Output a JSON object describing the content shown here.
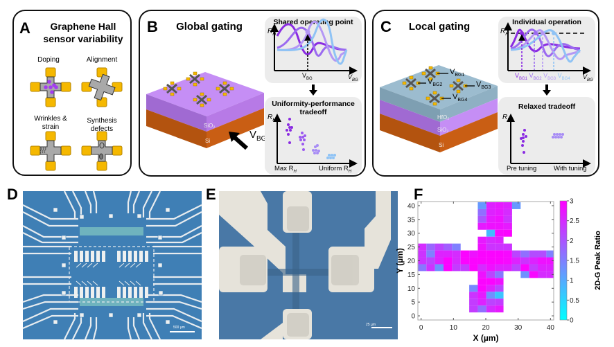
{
  "panels": {
    "A": {
      "label": "A",
      "title_line1": "Graphene Hall",
      "title_line2": "sensor variability",
      "items": [
        {
          "label_line1": "Doping",
          "label_line2": ""
        },
        {
          "label_line1": "Alignment",
          "label_line2": ""
        },
        {
          "label_line1": "Wrinkles &",
          "label_line2": "strain"
        },
        {
          "label_line1": "Synthesis",
          "label_line2": "defects"
        }
      ]
    },
    "B": {
      "label": "B",
      "title": "Global gating",
      "layers": [
        "SiO2",
        "Si"
      ],
      "gate_label": "V",
      "gate_sub": "BG",
      "top_plot": {
        "title": "Shared operating point",
        "ylabel": "R",
        "ylabel_sub": "H",
        "xlabel": "V",
        "xlabel_sub": "BG",
        "marker": "V",
        "marker_sub": "BG"
      },
      "bottom_plot": {
        "title_line1": "Uniformity-performance",
        "title_line2": "tradeoff",
        "ylabel": "R",
        "ylabel_sub": "H",
        "x_left": "Max R",
        "x_left_sub": "H",
        "x_right": "Uniform R",
        "x_right_sub": "H"
      }
    },
    "C": {
      "label": "C",
      "title": "Local gating",
      "layers": [
        "HfO2",
        "SiO2",
        "Si"
      ],
      "gates": [
        {
          "main": "V",
          "sub": "BG1"
        },
        {
          "main": "V",
          "sub": "BG2"
        },
        {
          "main": "V",
          "sub": "BG3"
        },
        {
          "main": "V",
          "sub": "BG4"
        }
      ],
      "top_plot": {
        "title": "Individual operation",
        "ylabel": "R",
        "ylabel_sub": "H",
        "xlabel": "V",
        "xlabel_sub": "BG"
      },
      "bottom_plot": {
        "title": "Relaxed tradeoff",
        "ylabel": "R",
        "ylabel_sub": "H",
        "x_left": "Pre tuning",
        "x_right": "With tuning"
      }
    },
    "D": {
      "label": "D",
      "scale_bar": "500 µm"
    },
    "E": {
      "label": "E",
      "scale_bar": "25 µm"
    },
    "F": {
      "label": "F"
    }
  },
  "colors": {
    "gold": "#f5b800",
    "graphene": "#a9a9a9",
    "purple_dark": "#8a2be2",
    "purple_mid": "#9b59f0",
    "lavender": "#b497f5",
    "light_blue": "#8fc3f5",
    "sio2": "#c48cf0",
    "si": "#c75a14",
    "hfo2": "#9ab8cc",
    "chip_blue": "#3f7fb5",
    "pad": "#e8e4da"
  },
  "chart_data": {
    "type": "heatmap",
    "title": "",
    "xlabel": "X (µm)",
    "ylabel": "Y (µm)",
    "colorbar_label": "2D-G Peak Ratio",
    "xlim": [
      -1,
      41
    ],
    "ylim": [
      -1.5,
      41.5
    ],
    "xticks": [
      0,
      10,
      20,
      30,
      40
    ],
    "yticks": [
      0,
      5,
      10,
      15,
      20,
      25,
      30,
      35,
      40
    ],
    "colorbar_ticks": [
      0,
      0.5,
      1,
      1.5,
      2,
      2.5,
      3
    ],
    "clim": [
      0,
      3
    ],
    "colormap": [
      "#00ffff",
      "#ff00ff"
    ],
    "x_centers": [
      0.3,
      2.95,
      5.6,
      8.25,
      10.9,
      13.55,
      16.2,
      18.85,
      21.5,
      24.15,
      26.8,
      29.45,
      32.1,
      34.75,
      37.4,
      40.05
    ],
    "y_centers": [
      40,
      37.5,
      35,
      32.5,
      30,
      27.5,
      25,
      22.5,
      20,
      17.5,
      15,
      12.5,
      10,
      7.5,
      5,
      2.5,
      0
    ],
    "values": [
      [
        null,
        null,
        null,
        null,
        null,
        null,
        null,
        1.2,
        2.6,
        2.7,
        2.6,
        1.2,
        null,
        null,
        null,
        null
      ],
      [
        null,
        null,
        null,
        null,
        null,
        null,
        null,
        1.7,
        2.6,
        2.7,
        2.5,
        null,
        null,
        null,
        null,
        null
      ],
      [
        null,
        null,
        null,
        null,
        null,
        null,
        null,
        2.0,
        2.7,
        2.8,
        2.4,
        null,
        null,
        null,
        null,
        null
      ],
      [
        null,
        null,
        null,
        null,
        null,
        null,
        null,
        2.7,
        2.8,
        2.8,
        2.7,
        null,
        null,
        null,
        null,
        null
      ],
      [
        null,
        null,
        null,
        null,
        null,
        null,
        null,
        null,
        0.8,
        2.9,
        2.95,
        null,
        null,
        null,
        null,
        null
      ],
      [
        null,
        null,
        null,
        null,
        null,
        null,
        null,
        2.7,
        2.5,
        2.6,
        null,
        null,
        null,
        null,
        null,
        null
      ],
      [
        2.5,
        1.8,
        2.2,
        1.9,
        1.5,
        null,
        null,
        2.8,
        2.4,
        2.4,
        2.4,
        null,
        null,
        null,
        null,
        null
      ],
      [
        2.4,
        1.5,
        2.6,
        2.6,
        2.5,
        2.95,
        2.8,
        2.95,
        2.95,
        2.95,
        2.9,
        2.2,
        1.7,
        2.1,
        2.1,
        1.5
      ],
      [
        2.4,
        2.2,
        2.6,
        2.95,
        2.5,
        2.95,
        2.95,
        2.95,
        2.95,
        2.95,
        2.9,
        2.6,
        2.4,
        2.6,
        2.8,
        2.8
      ],
      [
        1.6,
        2.4,
        1.3,
        2.95,
        2.3,
        2.3,
        2.95,
        2.5,
        2.8,
        2.6,
        2.6,
        2.2,
        2.95,
        2.3,
        2.6,
        2.6
      ],
      [
        null,
        null,
        null,
        null,
        null,
        null,
        null,
        2.8,
        2.2,
        1.6,
        null,
        null,
        1.3,
        2.9,
        2.5,
        2.5
      ],
      [
        null,
        null,
        null,
        null,
        null,
        null,
        null,
        2.95,
        2.95,
        2.8,
        null,
        null,
        null,
        null,
        null,
        null
      ],
      [
        null,
        null,
        null,
        null,
        null,
        null,
        1.4,
        2.95,
        2.6,
        2.2,
        null,
        null,
        null,
        null,
        null,
        null
      ],
      [
        null,
        null,
        null,
        null,
        null,
        null,
        2.4,
        2.7,
        1.3,
        0.7,
        null,
        null,
        null,
        null,
        null,
        null
      ],
      [
        null,
        null,
        null,
        null,
        null,
        null,
        2.3,
        2.6,
        2.2,
        2.3,
        null,
        null,
        null,
        null,
        null,
        null
      ],
      [
        null,
        null,
        null,
        null,
        null,
        null,
        2.3,
        1.7,
        2.5,
        2.7,
        null,
        null,
        null,
        null,
        null,
        null
      ],
      [
        null,
        null,
        null,
        null,
        null,
        null,
        null,
        null,
        null,
        null,
        null,
        null,
        null,
        null,
        null,
        null
      ]
    ]
  }
}
